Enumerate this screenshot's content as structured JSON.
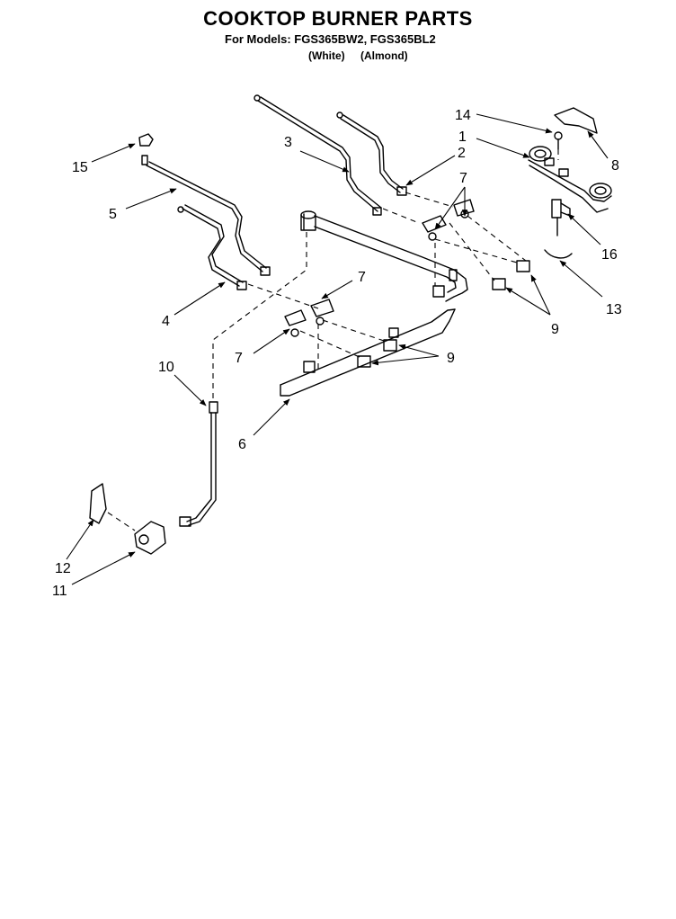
{
  "title": "COOKTOP BURNER PARTS",
  "models_line": "For Models: FGS365BW2, FGS365BL2",
  "color_labels": [
    "(White)",
    "(Almond)"
  ],
  "callouts": [
    "14",
    "1",
    "2",
    "3",
    "15",
    "5",
    "7",
    "8",
    "16",
    "13",
    "7",
    "4",
    "9",
    "7",
    "10",
    "9",
    "6",
    "12",
    "11"
  ]
}
